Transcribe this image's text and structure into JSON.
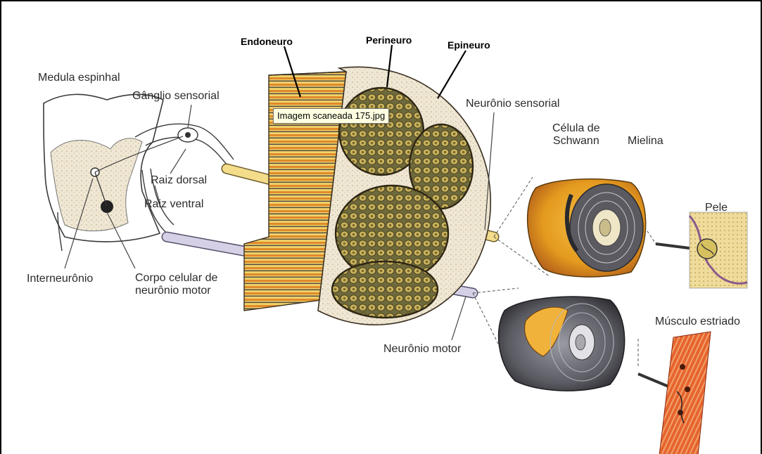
{
  "tooltip": "Imagem scaneada 175.jpg",
  "labels": {
    "endoneuro": "Endoneuro",
    "perineuro": "Perineuro",
    "epineuro": "Epineuro",
    "medula_espinhal": "Medula espinhal",
    "ganglio_sensorial": "Gânglio sensorial",
    "raiz_dorsal": "Raiz dorsal",
    "raiz_ventral": "Raiz ventral",
    "interneuronio": "Interneurônio",
    "corpo_celular": "Corpo celular de\nneurônio motor",
    "neuronio_sensorial": "Neurônio sensorial",
    "celula_schwann": "Célula de\nSchwann",
    "mielina": "Mielina",
    "pele": "Pele",
    "neuronio_motor": "Neurônio motor",
    "musculo_estriado": "Músculo estriado"
  },
  "colors": {
    "frame": "#000000",
    "tooltip_bg": "#ffffe1",
    "fascicle": "#8a7a3a",
    "axon_sensory": "#f3dd8a",
    "axon_motor": "#d6d0e6",
    "myelin_yellow": "#e9a21a",
    "myelin_gray": "#5a5a5e",
    "muscle": "#e0552a",
    "skin": "#e9d28a"
  }
}
